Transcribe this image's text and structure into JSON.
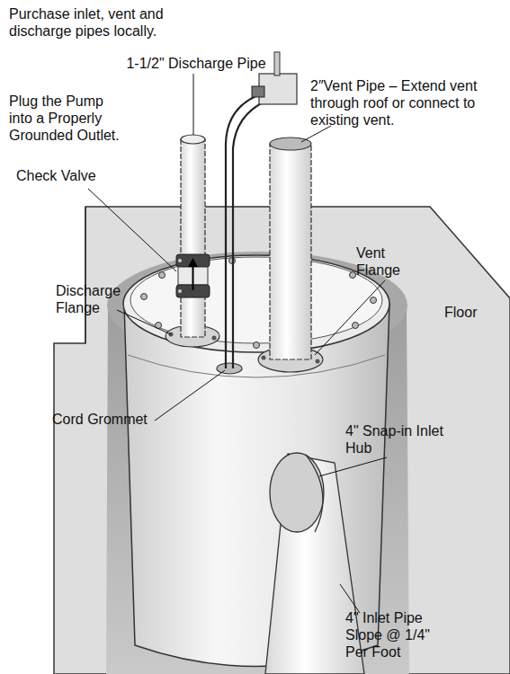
{
  "diagram": {
    "labels": [
      "Purchase inlet, vent and discharge pipes locally.",
      "1-1/2\" Discharge Pipe",
      "Plug the Pump into a Properly Grounded Outlet.",
      "2″Vent Pipe – Extend vent through roof or connect to existing vent.",
      "Check Valve",
      "Vent Flange",
      "Discharge Flange",
      "Floor",
      "Cord Grommet",
      "4\" Snap-in Inlet Hub",
      "4\" Inlet Pipe Slope @ 1/4\" Per Foot"
    ]
  }
}
